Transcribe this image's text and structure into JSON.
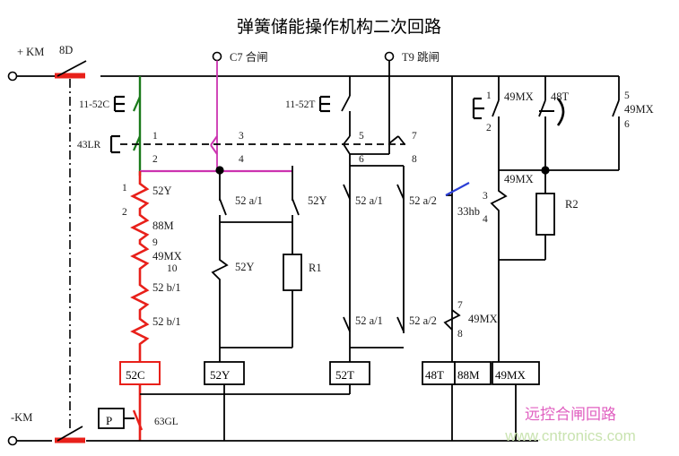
{
  "document": {
    "title": "弹簧储能操作机构二次回路",
    "kind": "schematic-diagram"
  },
  "colors": {
    "wire_black": "#000000",
    "wire_red": "#e8201a",
    "wire_green": "#1a7a1a",
    "wire_magenta": "#cc33b0",
    "wire_blue": "#2b3fd6",
    "box_red_border": "#e8201a",
    "watermark_pink": "#e05fc0",
    "watermark_green": "#c9e3b0"
  },
  "terminals": {
    "positive": "+ KM",
    "negative": "-KM",
    "close_source": "C7 合闸",
    "trip_source": "T9 跳闸"
  },
  "devices": {
    "isolator_8d": "8D",
    "pushbutton_close": "11-52C",
    "pushbutton_trip": "11-52T",
    "selector_43lr": "43LR",
    "pressure_switch": "P",
    "pressure_label": "63GL",
    "resistor_1": "R1",
    "resistor_2": "R2",
    "thermal_33hb": "33hb"
  },
  "contacts": {
    "red_chain": [
      {
        "label": "52Y",
        "terminals": [
          "1",
          "2"
        ]
      },
      {
        "label": "88M",
        "terminals": []
      },
      {
        "label": "49MX",
        "terminals": [
          "9",
          "10"
        ]
      },
      {
        "label": "52 b/1",
        "terminals": []
      },
      {
        "label": "52 b/1",
        "terminals": []
      }
    ],
    "lr_numbers_left": [
      "1",
      "2"
    ],
    "lr_numbers_mid": [
      "3",
      "4"
    ],
    "lr_numbers_trip_a": [
      "5",
      "6"
    ],
    "lr_numbers_trip_b": [
      "7",
      "8"
    ],
    "close_branch": [
      {
        "label": "52 a/1"
      },
      {
        "label": "52Y"
      },
      {
        "label": "52Y"
      }
    ],
    "trip_branch": [
      {
        "label": "52 a/1"
      },
      {
        "label": "52 a/2"
      },
      {
        "label": "52 a/1"
      },
      {
        "label": "52 a/2"
      }
    ],
    "motor_branch": [
      {
        "label": "33hb"
      },
      {
        "label": "49MX",
        "terminals": [
          "7",
          "8"
        ]
      }
    ],
    "right_branch": [
      {
        "label": "49MX",
        "terminals": [
          "1",
          "2"
        ]
      },
      {
        "label": "48T"
      },
      {
        "label": "49MX",
        "terminals": [
          "5",
          "6"
        ]
      },
      {
        "label": "49MX",
        "terminals": [
          "3",
          "4"
        ]
      }
    ]
  },
  "coils": [
    {
      "name": "52C",
      "accent": "red"
    },
    {
      "name": "52Y",
      "accent": "black"
    },
    {
      "name": "52T",
      "accent": "black"
    },
    {
      "name": "48T",
      "accent": "black"
    },
    {
      "name": "88M",
      "accent": "black"
    },
    {
      "name": "49MX",
      "accent": "black"
    }
  ],
  "watermark": {
    "line1": "远控合闸回路",
    "line2": "www.cntronics.com"
  }
}
